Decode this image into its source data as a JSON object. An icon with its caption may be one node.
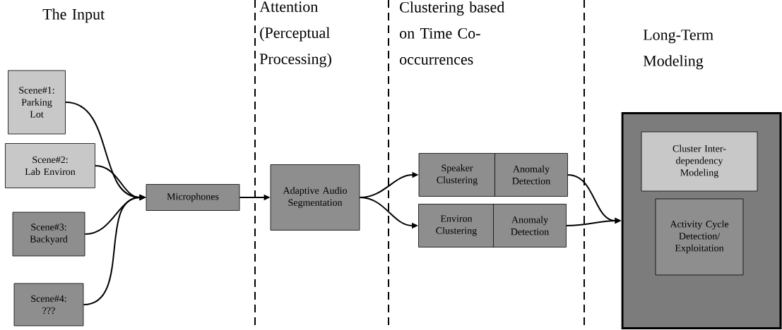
{
  "diagram": {
    "nodes": [
      {
        "text": [
          "Scene#1: Parking Lot"
        ]
      },
      {
        "text": [
          "Scene#2: Lab Environ"
        ]
      },
      {
        "text": [
          "Scene#3: Backyard"
        ]
      },
      {
        "text": [
          "Scene#4: ???"
        ]
      },
      {
        "text": [
          "Microphones"
        ]
      },
      {
        "text": [
          "Adaptive Audio Segmentation"
        ]
      },
      {
        "text": [
          "Speaker Clustering"
        ]
      },
      {
        "text": [
          "Anomaly Detection"
        ]
      },
      {
        "text": [
          "Environ Clustering"
        ]
      },
      {
        "text": [
          "Anomaly Detection"
        ]
      },
      {
        "text": [],
        "shape": "box"
      },
      {
        "text": [
          "Cluster Inter-dependency Modeling"
        ],
        "in": 10
      },
      {
        "text": [
          "Activity Cycle Detection/ Exploitation"
        ],
        "in": 10
      }
    ],
    "edges": [
      {
        "from": 0,
        "to": 4,
        "arrow": "to"
      },
      {
        "from": 1,
        "to": 4,
        "arrow": "to"
      },
      {
        "from": 2,
        "to": 4,
        "arrow": "to"
      },
      {
        "from": 3,
        "to": 4,
        "arrow": "to"
      },
      {
        "from": 4,
        "to": 5,
        "arrow": "to"
      },
      {
        "from": 5,
        "to": 6,
        "arrow": "to"
      },
      {
        "from": 5,
        "to": 8,
        "arrow": "to"
      },
      {
        "from": 7,
        "to": 10,
        "arrow": "to"
      },
      {
        "from": 9,
        "to": 10,
        "arrow": "to"
      }
    ],
    "labels": [
      "The Input",
      "Attention (Perceptual Processing)",
      "Clustering based on Time Co-occurrences",
      "Long-Term Modeling"
    ]
  }
}
